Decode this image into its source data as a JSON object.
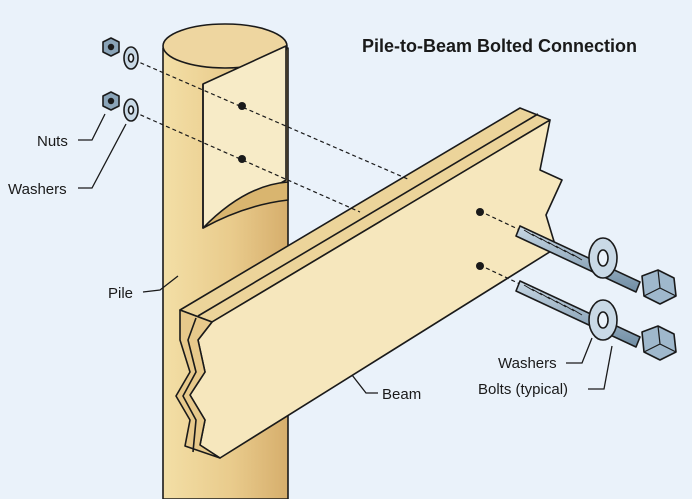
{
  "title": "Pile-to-Beam Bolted Connection",
  "labels": {
    "nuts": "Nuts",
    "washers_left": "Washers",
    "pile": "Pile",
    "beam": "Beam",
    "washers_right": "Washers",
    "bolts": "Bolts (typical)"
  },
  "colors": {
    "background": "#eaf2fa",
    "wood_light": "#f6e7bd",
    "wood_mid": "#ecd49a",
    "wood_dark": "#d9b56f",
    "steel": "#9fb8cc",
    "outline": "#1a1a1a"
  }
}
